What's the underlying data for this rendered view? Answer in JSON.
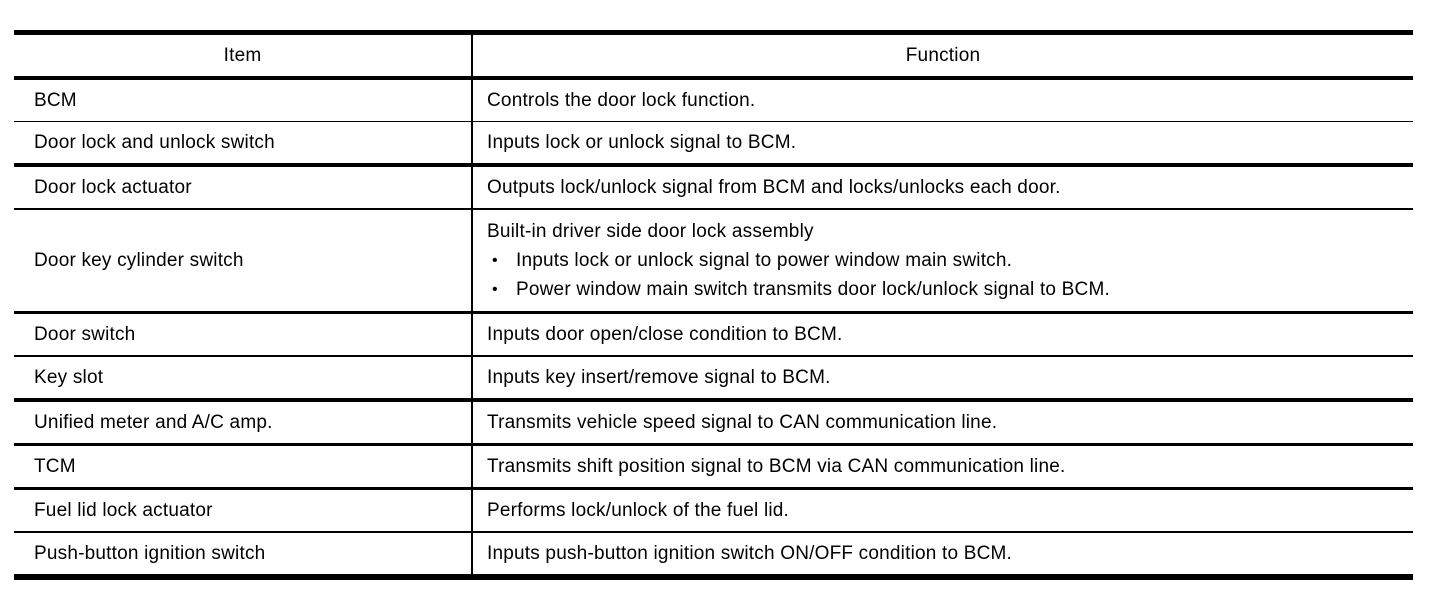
{
  "table": {
    "bullet_char": "•",
    "columns": [
      {
        "label": "Item"
      },
      {
        "label": "Function"
      }
    ],
    "rows": [
      {
        "item": "BCM",
        "function": "Controls the door lock function."
      },
      {
        "item": "Door lock and unlock switch",
        "function": "Inputs lock or unlock signal to BCM."
      },
      {
        "item": "Door lock actuator",
        "function": "Outputs lock/unlock signal from BCM and locks/unlocks each door."
      },
      {
        "item": "Door key cylinder switch",
        "function_intro": "Built-in driver side door lock assembly",
        "function_bullets": [
          "Inputs lock or unlock signal to power window main switch.",
          "Power window main switch transmits door lock/unlock signal to BCM."
        ]
      },
      {
        "item": "Door switch",
        "function": "Inputs door open/close condition to BCM."
      },
      {
        "item": "Key slot",
        "function": "Inputs key insert/remove signal to BCM."
      },
      {
        "item": "Unified meter and A/C amp.",
        "function": "Transmits vehicle speed signal to CAN communication line."
      },
      {
        "item": "TCM",
        "function": "Transmits shift position signal to BCM via CAN communication line."
      },
      {
        "item": "Fuel lid lock actuator",
        "function": "Performs lock/unlock of the fuel lid."
      },
      {
        "item": "Push-button ignition switch",
        "function": "Inputs push-button ignition switch ON/OFF condition to BCM."
      }
    ]
  }
}
